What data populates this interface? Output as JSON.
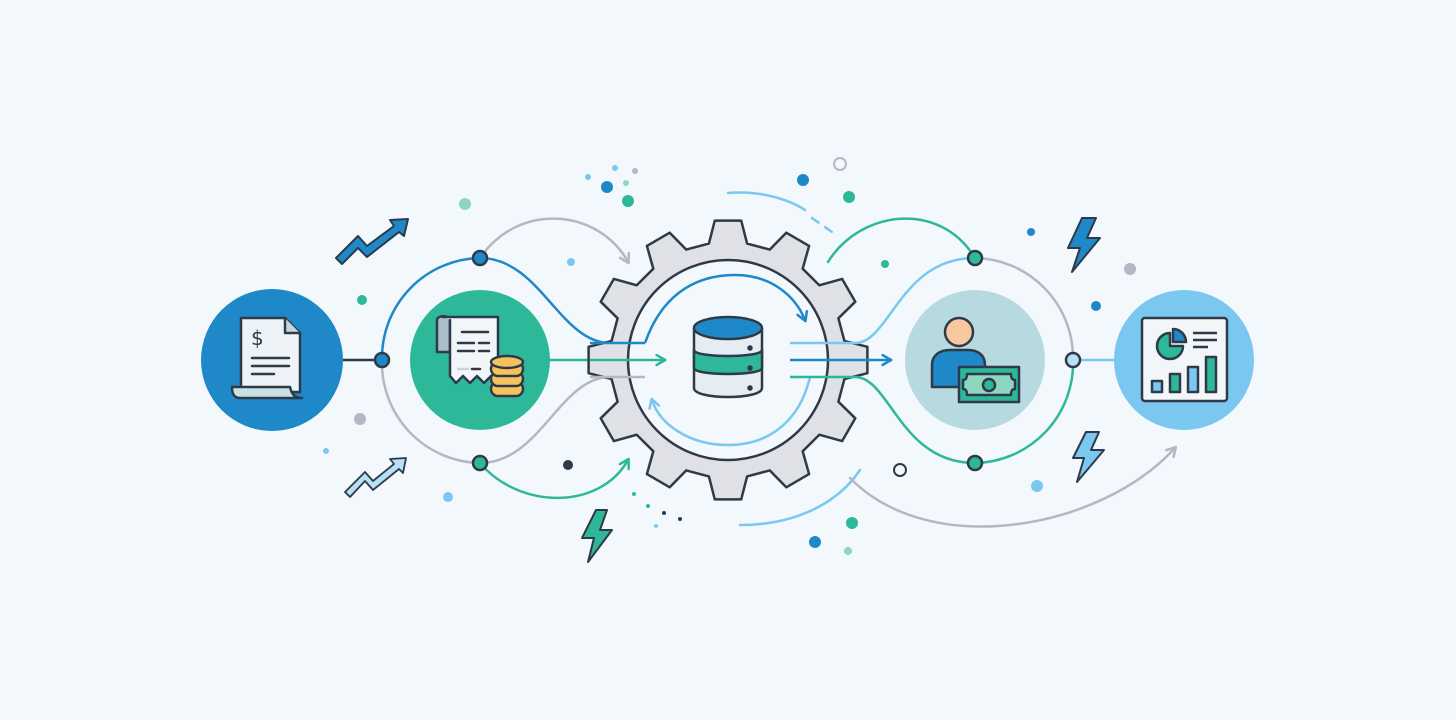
{
  "title": "",
  "colors": {
    "background": "#f3f8fc",
    "blue": "#1e88c9",
    "teal": "#2db89a",
    "light_blue": "#7ac8ef",
    "pale_teal": "#b7d9e0",
    "gray": "#b4b8c4",
    "gear": "#dfe1e7",
    "outline": "#2e3a48",
    "gold": "#f4c35e"
  },
  "stages": [
    {
      "name": "invoice",
      "icon": "invoice-dollar-icon"
    },
    {
      "name": "receipt-coins",
      "icon": "receipt-coins-icon"
    },
    {
      "name": "processing",
      "icon": "gear-database-icon"
    },
    {
      "name": "payment",
      "icon": "person-cash-icon"
    },
    {
      "name": "reporting",
      "icon": "dashboard-chart-icon"
    }
  ]
}
